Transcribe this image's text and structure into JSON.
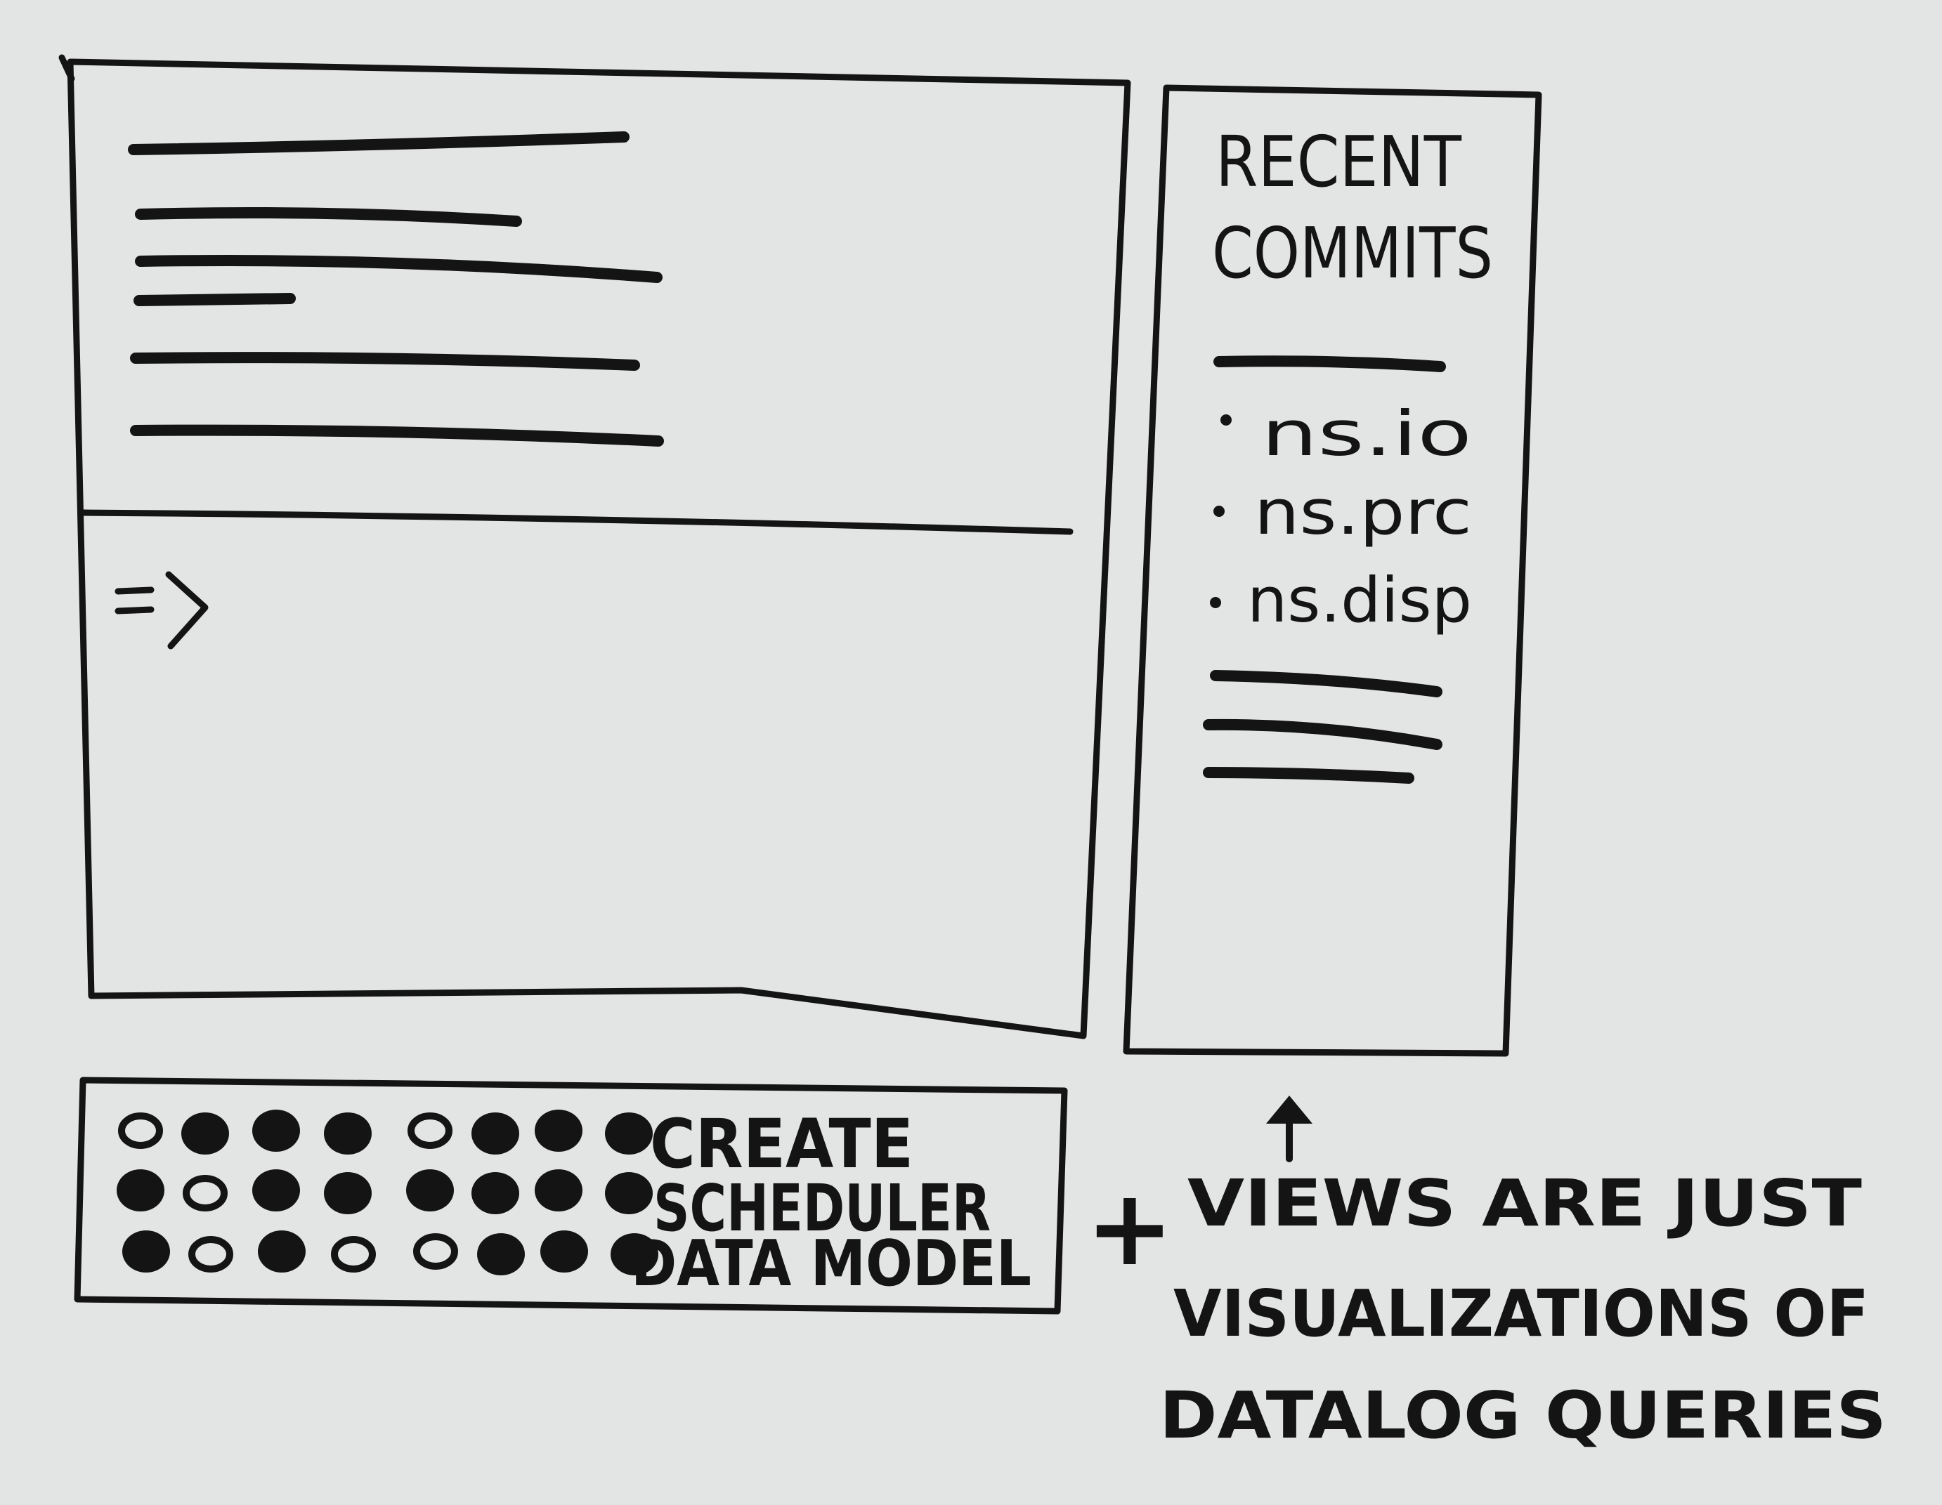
{
  "colors": {
    "paper": "#e3e4e4",
    "ink": "#141414"
  },
  "sidebar": {
    "title_line1": "RECENT",
    "title_line2": "COMMITS",
    "items": [
      {
        "label": "ns.io"
      },
      {
        "label": "ns.prc"
      },
      {
        "label": "ns.disp"
      }
    ]
  },
  "prompt_glyph": "=>",
  "task_panel": {
    "line1": "CREATE",
    "line2": "SCHEDULER",
    "line3": "DATA MODEL",
    "dot_rows": [
      [
        "hollow",
        "filled",
        "filled",
        "filled",
        "hollow",
        "filled",
        "filled",
        "filled"
      ],
      [
        "filled",
        "hollow",
        "filled",
        "filled",
        "filled",
        "filled",
        "filled",
        "filled"
      ],
      [
        "filled",
        "hollow",
        "filled",
        "hollow",
        "hollow",
        "filled",
        "filled",
        "filled"
      ]
    ]
  },
  "annotation": {
    "plus": "+",
    "line1": "VIEWS ARE JUST",
    "line2": "VISUALIZATIONS OF",
    "line3": "DATALOG QUERIES"
  }
}
